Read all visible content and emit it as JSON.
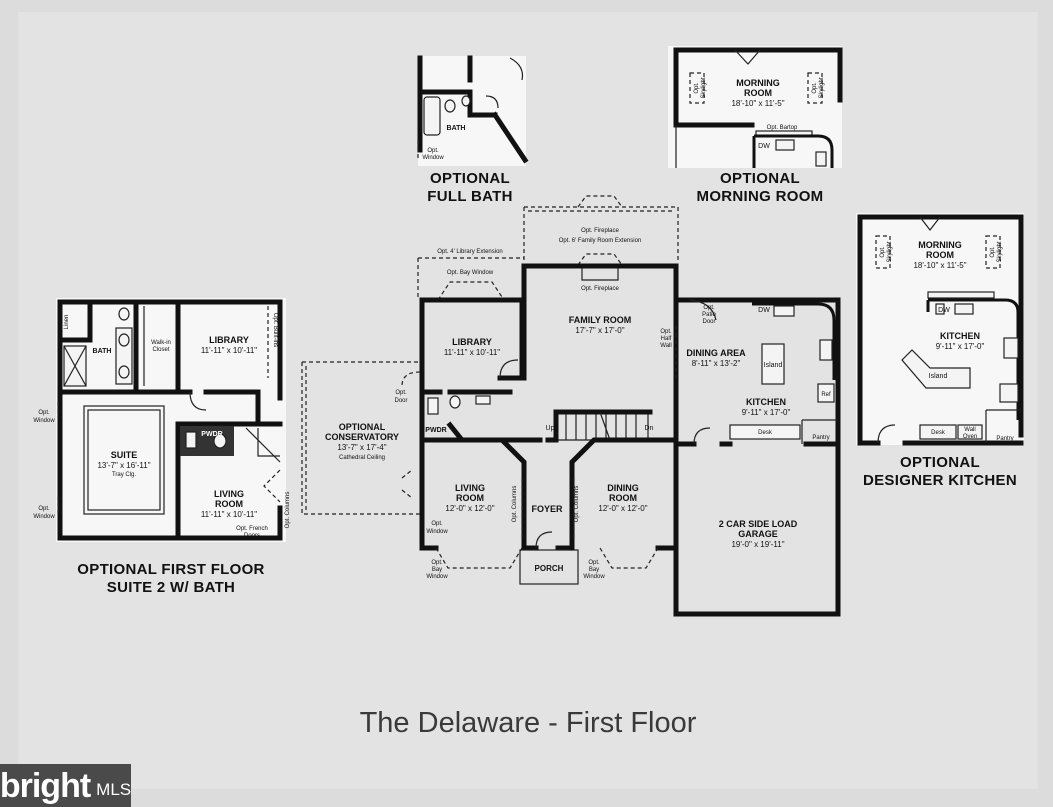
{
  "title": "The Delaware - First Floor",
  "captions": {
    "full_bath": [
      "OPTIONAL",
      "FULL BATH"
    ],
    "morning_room": [
      "OPTIONAL",
      "MORNING ROOM"
    ],
    "designer_kitchen": [
      "OPTIONAL",
      "DESIGNER KITCHEN"
    ],
    "suite": [
      "OPTIONAL FIRST FLOOR",
      "SUITE 2 W/ BATH"
    ]
  },
  "rooms": {
    "family_room": [
      "FAMILY ROOM",
      "17'-7\" x 17'-0\""
    ],
    "library_main": [
      "LIBRARY",
      "11'-11\" x 10'-11\""
    ],
    "dining_area": [
      "DINING AREA",
      "8'-11\" x 13'-2\""
    ],
    "kitchen_main": [
      "KITCHEN",
      "9'-11\" x 17'-0\""
    ],
    "living_room_main": [
      "LIVING",
      "ROOM",
      "12'-0\" x 12'-0\""
    ],
    "dining_room": [
      "DINING",
      "ROOM",
      "12'-0\" x 12'-0\""
    ],
    "foyer": "FOYER",
    "porch": "PORCH",
    "pwdr_main": "PWDR",
    "garage": [
      "2 CAR SIDE LOAD",
      "GARAGE",
      "19'-0\" x 19'-11\""
    ],
    "conservatory": [
      "OPTIONAL",
      "CONSERVATORY",
      "13'-7\" x 17'-4\"",
      "Cathedral Ceiling"
    ],
    "suite": [
      "SUITE",
      "13'-7\" x 16'-11\"",
      "Tray Clg."
    ],
    "library_suite": [
      "LIBRARY",
      "11'-11\" x 10'-11\""
    ],
    "living_suite": [
      "LIVING",
      "ROOM",
      "11'-11\" x 10'-11\""
    ],
    "bath_suite": "BATH",
    "walkin_closet": [
      "Walk-in",
      "Closet"
    ],
    "linen": "Linen",
    "pwdr_suite": "PWDR",
    "bath_opt": "BATH",
    "morning_room_opt": [
      "MORNING",
      "ROOM",
      "18'-10\" x 11'-5\""
    ],
    "morning_room_dk": [
      "MORNING",
      "ROOM",
      "18'-10\" x 11'-5\""
    ],
    "kitchen_dk": [
      "KITCHEN",
      "9'-11\" x 17'-0\""
    ],
    "island_dk": "Island",
    "island_main": "Island"
  },
  "notes": {
    "opt_fireplace_top": "Opt. Fireplace",
    "opt_family_ext": "Opt. 6' Family Room Extension",
    "opt_fireplace": "Opt. Fireplace",
    "opt_library_ext": "Opt. 4' Library Extension",
    "opt_bay_window": "Opt. Bay Window",
    "opt_half_wall": [
      "Opt.",
      "Half",
      "Wall"
    ],
    "opt_patio_door": [
      "Opt.",
      "Patio",
      "Door"
    ],
    "dw": "DW",
    "ref": "Ref",
    "desk": "Desk",
    "pantry": "Pantry",
    "wall_oven": [
      "Wall",
      "Oven"
    ],
    "opt_door": [
      "Opt.",
      "Door"
    ],
    "up": "Up",
    "dn": "Dn",
    "opt_window_living": [
      "Opt.",
      "Window"
    ],
    "opt_bay_window_l": [
      "Opt.",
      "Bay",
      "Window"
    ],
    "opt_bay_window_r": [
      "Opt.",
      "Bay",
      "Window"
    ],
    "opt_columns": "Opt. Columns",
    "opt_window_suite_1": [
      "Opt.",
      "Window"
    ],
    "opt_window_suite_2": [
      "Opt.",
      "Window"
    ],
    "opt_builtins": "Opt. Built-ins",
    "opt_french_doors": [
      "Opt. French",
      "Doors"
    ],
    "opt_columns_suite": "Opt. Columns",
    "opt_window_bath": [
      "Opt.",
      "Window"
    ],
    "opt_bartop": "Opt. Bartop",
    "opt_skylight": [
      "Opt.",
      "Skylight"
    ]
  },
  "watermark": {
    "brand": "bright",
    "suffix": "MLS"
  },
  "colors": {
    "background": "#dcdcdc",
    "ink": "#111111",
    "watermark_bg": "#4a4a4a"
  }
}
